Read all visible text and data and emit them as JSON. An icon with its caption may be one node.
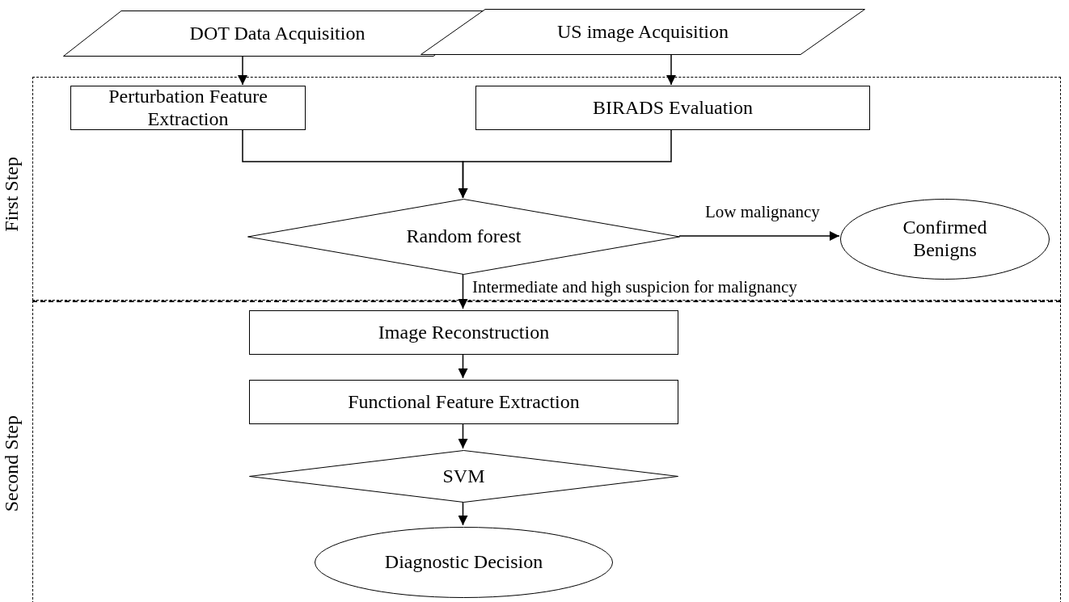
{
  "diagram": {
    "nodes": [
      {
        "text": [
          "First Step"
        ]
      },
      {
        "text": [
          "Second Step"
        ]
      },
      {
        "text": [
          "DOT Data Acquisition"
        ]
      },
      {
        "text": [
          "US image Acquisition"
        ]
      },
      {
        "text": [
          "Perturbation Feature Extraction"
        ],
        "in": 0
      },
      {
        "text": [
          "BIRADS Evaluation"
        ],
        "in": 0
      },
      {
        "text": [
          "Random forest"
        ],
        "in": 0
      },
      {
        "text": [
          "Confirmed Benigns"
        ],
        "in": 0
      },
      {
        "text": [
          "Image Reconstruction"
        ],
        "in": 1
      },
      {
        "text": [
          "Functional Feature Extraction"
        ],
        "in": 1
      },
      {
        "text": [
          "SVM"
        ],
        "in": 1
      },
      {
        "text": [
          "Diagnostic Decision"
        ],
        "in": 1
      }
    ],
    "edges": [
      {
        "from": 2,
        "to": 4,
        "arrow": "to"
      },
      {
        "from": 3,
        "to": 5,
        "arrow": "to"
      },
      {
        "from": 4,
        "to": 6,
        "arrow": "to"
      },
      {
        "from": 5,
        "to": 6,
        "arrow": "to"
      },
      {
        "from": 6,
        "to": 7,
        "arrow": "to",
        "label": "Low malignancy"
      },
      {
        "from": 6,
        "to": 8,
        "arrow": "to",
        "label": "Intermediate and high suspicion for malignancy"
      },
      {
        "from": 8,
        "to": 9,
        "arrow": "to"
      },
      {
        "from": 9,
        "to": 10,
        "arrow": "to"
      },
      {
        "from": 10,
        "to": 11,
        "arrow": "to"
      }
    ]
  }
}
